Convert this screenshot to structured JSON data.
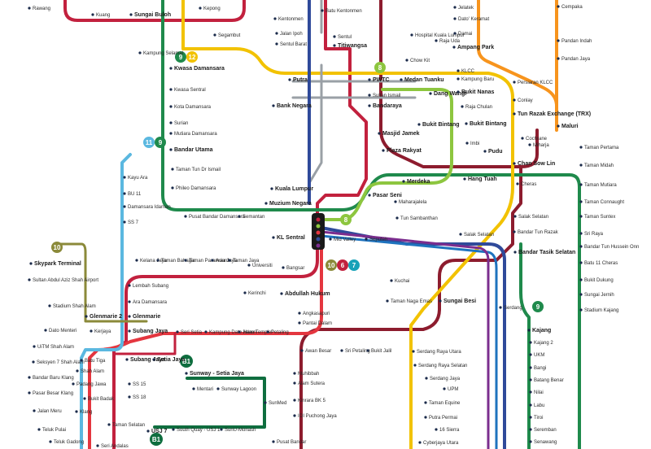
{
  "colors": {
    "kajang": "#1f8a4c",
    "sri_petaling": "#8d1c2e",
    "kelana_jaya": "#c2213e",
    "monorail": "#8dc63f",
    "ampang": "#f7941d",
    "klang_valley": "#2f4a9a",
    "komuter_seremban": "#1e73be",
    "skypark": "#5bb8e0",
    "port_klang": "#e4363f",
    "putrajaya": "#f2c200",
    "brt": "#0f6e3f",
    "airport": "#7b2d8e",
    "komuter_grey": "#9aa0a6"
  },
  "labels": [
    {
      "id": "rawang",
      "t": "Rawang"
    },
    {
      "id": "kuang",
      "t": "Kuang"
    },
    {
      "id": "sungai-buloh",
      "t": "Sungai Buloh"
    },
    {
      "id": "kampung-selamat",
      "t": "Kampung Selamat"
    },
    {
      "id": "kwasa-damansara",
      "t": "Kwasa Damansara"
    },
    {
      "id": "kwasa-sentral",
      "t": "Kwasa Sentral"
    },
    {
      "id": "kota-damansara",
      "t": "Kota Damansara"
    },
    {
      "id": "surian",
      "t": "Surian"
    },
    {
      "id": "mutiara-damansara",
      "t": "Mutiara Damansara"
    },
    {
      "id": "bandar-utama",
      "t": "Bandar Utama"
    },
    {
      "id": "taman-tun-dr-ismail",
      "t": "Taman Tun Dr Ismail"
    },
    {
      "id": "phileo-damansara",
      "t": "Phileo Damansara"
    },
    {
      "id": "pusat-bandar-damansara",
      "t": "Pusat Bandar Damansara"
    },
    {
      "id": "semantan",
      "t": "Semantan"
    },
    {
      "id": "muzium-negara",
      "t": "Muzium Negara"
    },
    {
      "id": "kl-sentral",
      "t": "KL Sentral"
    },
    {
      "id": "kepong",
      "t": "Kepong"
    },
    {
      "id": "segambut",
      "t": "Segambut"
    },
    {
      "id": "putra",
      "t": "Putra"
    },
    {
      "id": "bank-negara",
      "t": "Bank Negara"
    },
    {
      "id": "kuala-lumpur",
      "t": "Kuala Lumpur"
    },
    {
      "id": "batu-kentonmen",
      "t": "Batu Kentonmen"
    },
    {
      "id": "kentonmen",
      "t": "Kentonmen"
    },
    {
      "id": "jalan-ipoh",
      "t": "Jalan Ipoh"
    },
    {
      "id": "sentul-barat",
      "t": "Sentul Barat"
    },
    {
      "id": "sentul",
      "t": "Sentul"
    },
    {
      "id": "titiwangsa",
      "t": "Titiwangsa"
    },
    {
      "id": "pwtc",
      "t": "PWTC"
    },
    {
      "id": "sultan-ismail",
      "t": "Sultan Ismail"
    },
    {
      "id": "bandaraya",
      "t": "Bandaraya"
    },
    {
      "id": "masjid-jamek",
      "t": "Masjid Jamek"
    },
    {
      "id": "plaza-rakyat",
      "t": "Plaza Rakyat"
    },
    {
      "id": "pasar-seni",
      "t": "Pasar Seni"
    },
    {
      "id": "merdeka",
      "t": "Merdeka"
    },
    {
      "id": "maharajalela",
      "t": "Maharajalela"
    },
    {
      "id": "tun-sambanthan",
      "t": "Tun Sambanthan"
    },
    {
      "id": "hospital-kl",
      "t": "Hospital Kuala Lumpur"
    },
    {
      "id": "raja-uda",
      "t": "Raja Uda"
    },
    {
      "id": "chow-kit",
      "t": "Chow Kit"
    },
    {
      "id": "medan-tuanku",
      "t": "Medan Tuanku"
    },
    {
      "id": "ampang-park",
      "t": "Ampang Park"
    },
    {
      "id": "klcc",
      "t": "KLCC"
    },
    {
      "id": "kampung-baru",
      "t": "Kampung Baru"
    },
    {
      "id": "dang-wangi",
      "t": "Dang Wangi"
    },
    {
      "id": "bukit-nanas",
      "t": "Bukit Nanas"
    },
    {
      "id": "raja-chulan",
      "t": "Raja Chulan"
    },
    {
      "id": "bukit-bintang-a",
      "t": "Bukit Bintang"
    },
    {
      "id": "bukit-bintang-b",
      "t": "Bukit Bintang"
    },
    {
      "id": "imbi",
      "t": "Imbi"
    },
    {
      "id": "hang-tuah",
      "t": "Hang Tuah"
    },
    {
      "id": "pudu",
      "t": "Pudu"
    },
    {
      "id": "chan-sow-lin",
      "t": "Chan Sow Lin"
    },
    {
      "id": "jelatek",
      "t": "Jelatek"
    },
    {
      "id": "dato-keramat",
      "t": "Dato' Keramat"
    },
    {
      "id": "damai",
      "t": "Damai"
    },
    {
      "id": "cempaka",
      "t": "Cempaka"
    },
    {
      "id": "pandan-indah",
      "t": "Pandan Indah"
    },
    {
      "id": "pandan-jaya",
      "t": "Pandan Jaya"
    },
    {
      "id": "persiaran-klcc",
      "t": "Persiaran KLCC"
    },
    {
      "id": "conlay",
      "t": "Conlay"
    },
    {
      "id": "tun-razak-exchange",
      "t": "Tun Razak Exchange (TRX)"
    },
    {
      "id": "cochrane",
      "t": "Cochrane"
    },
    {
      "id": "maluri",
      "t": "Maluri"
    },
    {
      "id": "miharja",
      "t": "Miharja"
    },
    {
      "id": "cheras",
      "t": "Cheras"
    },
    {
      "id": "taman-pertama",
      "t": "Taman Pertama"
    },
    {
      "id": "taman-midah",
      "t": "Taman Midah"
    },
    {
      "id": "taman-mutiara",
      "t": "Taman Mutiara"
    },
    {
      "id": "taman-connaught",
      "t": "Taman Connaught"
    },
    {
      "id": "taman-suntex",
      "t": "Taman Suntex"
    },
    {
      "id": "sri-raya",
      "t": "Sri Raya"
    },
    {
      "id": "bandar-tun-hussein-onn",
      "t": "Bandar Tun Hussein Onn"
    },
    {
      "id": "batu-11-cheras",
      "t": "Batu 11 Cheras"
    },
    {
      "id": "bukit-dukung",
      "t": "Bukit Dukung"
    },
    {
      "id": "sungai-jernih",
      "t": "Sungai Jernih"
    },
    {
      "id": "stadium-kajang",
      "t": "Stadium Kajang"
    },
    {
      "id": "kajang",
      "t": "Kajang"
    },
    {
      "id": "kajang-2",
      "t": "Kajang 2"
    },
    {
      "id": "ukm",
      "t": "UKM"
    },
    {
      "id": "bangi",
      "t": "Bangi"
    },
    {
      "id": "batang-benar",
      "t": "Batang Benar"
    },
    {
      "id": "nilai",
      "t": "Nilai"
    },
    {
      "id": "labu",
      "t": "Labu"
    },
    {
      "id": "tiroi",
      "t": "Tiroi"
    },
    {
      "id": "seremban",
      "t": "Seremban"
    },
    {
      "id": "senawang",
      "t": "Senawang"
    },
    {
      "id": "salak-selatan-a",
      "t": "Salak Selatan"
    },
    {
      "id": "salak-selatan-b",
      "t": "Salak Selatan"
    },
    {
      "id": "bandar-tun-razak",
      "t": "Bandar Tun Razak"
    },
    {
      "id": "bandar-tasik-selatan",
      "t": "Bandar Tasik Selatan"
    },
    {
      "id": "serdang",
      "t": "Serdang"
    },
    {
      "id": "mid-valley",
      "t": "Mid Valley"
    },
    {
      "id": "seputeh",
      "t": "Seputeh"
    },
    {
      "id": "kuchai",
      "t": "Kuchai"
    },
    {
      "id": "taman-naga-emas",
      "t": "Taman Naga Emas"
    },
    {
      "id": "sungai-besi",
      "t": "Sungai Besi"
    },
    {
      "id": "serdang-raya-utara",
      "t": "Serdang Raya Utara"
    },
    {
      "id": "serdang-raya-selatan",
      "t": "Serdang Raya Selatan"
    },
    {
      "id": "serdang-jaya",
      "t": "Serdang Jaya"
    },
    {
      "id": "upm",
      "t": "UPM"
    },
    {
      "id": "taman-equine",
      "t": "Taman Equine"
    },
    {
      "id": "putra-permai",
      "t": "Putra Permai"
    },
    {
      "id": "16-sierra",
      "t": "16 Sierra"
    },
    {
      "id": "cyberjaya-utara",
      "t": "Cyberjaya Utara"
    },
    {
      "id": "awan-besar",
      "t": "Awan Besar"
    },
    {
      "id": "sri-petaling",
      "t": "Sri Petaling"
    },
    {
      "id": "bukit-jalil",
      "t": "Bukit Jalil"
    },
    {
      "id": "muhibbah",
      "t": "Muhibbah"
    },
    {
      "id": "alam-sutera",
      "t": "Alam Sutera"
    },
    {
      "id": "kinrara-bk5",
      "t": "Kinrara BK 5"
    },
    {
      "id": "ioi-puchong-jaya",
      "t": "IOI Puchong Jaya"
    },
    {
      "id": "pusat-bandar",
      "t": "Pusat Bandar"
    },
    {
      "id": "kelana-jaya",
      "t": "Kelana Jaya"
    },
    {
      "id": "taman-bahagia",
      "t": "Taman Bahagia"
    },
    {
      "id": "taman-paramount",
      "t": "Taman Paramount"
    },
    {
      "id": "asia-jaya",
      "t": "Asia Jaya"
    },
    {
      "id": "taman-jaya",
      "t": "Taman Jaya"
    },
    {
      "id": "universiti",
      "t": "Universiti"
    },
    {
      "id": "kerinchi",
      "t": "Kerinchi"
    },
    {
      "id": "bangsar",
      "t": "Bangsar"
    },
    {
      "id": "abdullah-hukum",
      "t": "Abdullah Hukum"
    },
    {
      "id": "angkasapuri",
      "t": "Angkasapuri"
    },
    {
      "id": "pantai-dalam",
      "t": "Pantai Dalam"
    },
    {
      "id": "lembah-subang",
      "t": "Lembah Subang"
    },
    {
      "id": "ara-damansara",
      "t": "Ara Damansara"
    },
    {
      "id": "glenmarie",
      "t": "Glenmarie"
    },
    {
      "id": "glenmarie-2",
      "t": "Glenmarie 2"
    },
    {
      "id": "kerjaya",
      "t": "Kerjaya"
    },
    {
      "id": "subang-jaya-a",
      "t": "Subang Jaya"
    },
    {
      "id": "subang-jaya-b",
      "t": "Subang Jaya"
    },
    {
      "id": "seri-setia",
      "t": "Seri Setia"
    },
    {
      "id": "kampung-dato-harun",
      "t": "Kampung Dato Harun"
    },
    {
      "id": "jalan-templer",
      "t": "Jalan Templer"
    },
    {
      "id": "petaling",
      "t": "Petaling"
    },
    {
      "id": "setia-jaya",
      "t": "Setia Jaya"
    },
    {
      "id": "sunway-setia-jaya",
      "t": "Sunway - Setia Jaya"
    },
    {
      "id": "mentari",
      "t": "Mentari"
    },
    {
      "id": "sunway-lagoon",
      "t": "Sunway Lagoon"
    },
    {
      "id": "sunmed",
      "t": "SunMed"
    },
    {
      "id": "south-quay-usj1",
      "t": "South Quay - USJ 1"
    },
    {
      "id": "sunu-monash",
      "t": "SunU-Monash"
    },
    {
      "id": "usj7",
      "t": "USJ 7"
    },
    {
      "id": "ss15",
      "t": "SS 15"
    },
    {
      "id": "ss18",
      "t": "SS 18"
    },
    {
      "id": "skypark-terminal",
      "t": "Skypark Terminal"
    },
    {
      "id": "sultan-abdul-aziz-shah-airport",
      "t": "Sultan Abdul Aziz Shah Airport"
    },
    {
      "id": "stadium-shah-alam",
      "t": "Stadium Shah Alam"
    },
    {
      "id": "dato-menteri",
      "t": "Dato Menteri"
    },
    {
      "id": "uitm-shah-alam",
      "t": "UiTM Shah Alam"
    },
    {
      "id": "seksyen7-shah-alam",
      "t": "Seksyen 7 Shah Alam"
    },
    {
      "id": "bandar-baru-klang",
      "t": "Bandar Baru Klang"
    },
    {
      "id": "pasar-besar-klang",
      "t": "Pasar Besar Klang"
    },
    {
      "id": "jalan-meru",
      "t": "Jalan Meru"
    },
    {
      "id": "teluk-pulai",
      "t": "Teluk Pulai"
    },
    {
      "id": "teluk-gadong",
      "t": "Teluk Gadong"
    },
    {
      "id": "batu-tiga",
      "t": "Batu Tiga"
    },
    {
      "id": "shah-alam",
      "t": "Shah Alam"
    },
    {
      "id": "padang-jawa",
      "t": "Padang Jawa"
    },
    {
      "id": "bukit-badak",
      "t": "Bukit Badak"
    },
    {
      "id": "klang",
      "t": "Klang"
    },
    {
      "id": "taman-selatan",
      "t": "Taman Selatan"
    },
    {
      "id": "seri-andalas",
      "t": "Seri Andalas"
    },
    {
      "id": "kayu-ara",
      "t": "Kayu Ara"
    },
    {
      "id": "bu11",
      "t": "BU 11"
    },
    {
      "id": "damansara-idaman",
      "t": "Damansara Idaman"
    },
    {
      "id": "ss7",
      "t": "SS 7"
    }
  ],
  "badges": {
    "b9a": "9",
    "b12": "12",
    "b8a": "8",
    "b11": "11",
    "b9b": "9",
    "b8b": "8",
    "b10a": "10",
    "b10b": "10",
    "b6": "6",
    "b7": "7",
    "b9c": "9",
    "bB1a": "B1",
    "bB1b": "B1"
  }
}
